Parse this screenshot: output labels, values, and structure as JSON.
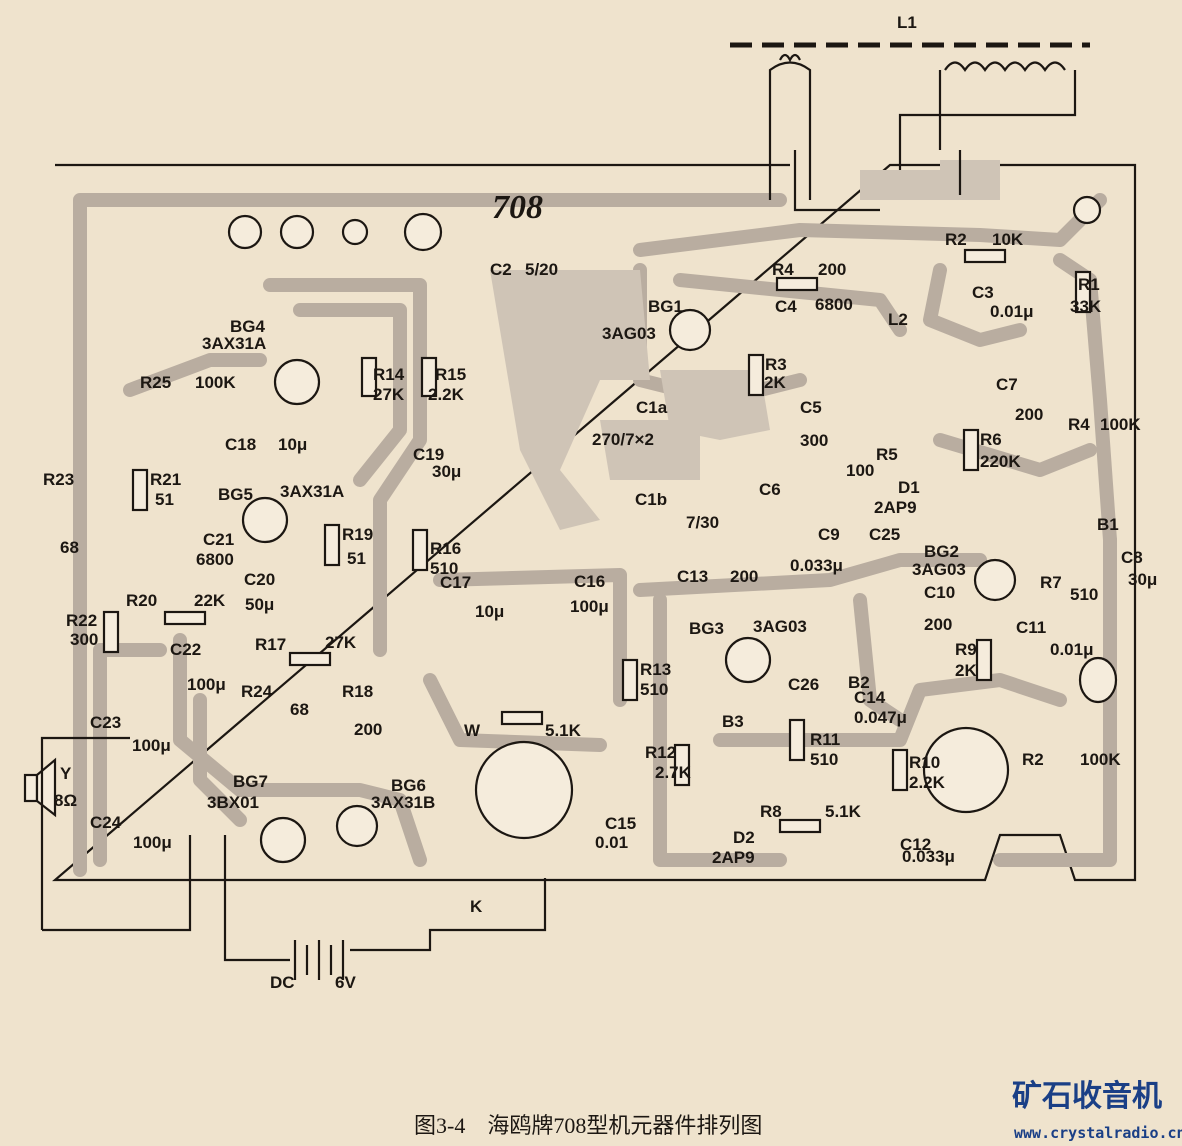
{
  "board": {
    "title": "708"
  },
  "antenna": {
    "label": "L1"
  },
  "caption": "图3-4　海鸥牌708型机元器件排列图",
  "watermark": {
    "brand": "矿石收音机",
    "url": "www.crystalradio.cn"
  },
  "components": [
    {
      "id": "L1",
      "text": "L1"
    },
    {
      "id": "R2",
      "text": "R2"
    },
    {
      "id": "R2v",
      "text": "10K"
    },
    {
      "id": "R1",
      "text": "R1"
    },
    {
      "id": "R1v",
      "text": "33K"
    },
    {
      "id": "C2",
      "text": "C2"
    },
    {
      "id": "C2v",
      "text": "5/20"
    },
    {
      "id": "R4",
      "text": "R4"
    },
    {
      "id": "R4v",
      "text": "200"
    },
    {
      "id": "BG1",
      "text": "BG1"
    },
    {
      "id": "BG1t",
      "text": "3AG03"
    },
    {
      "id": "C4",
      "text": "C4"
    },
    {
      "id": "C4v",
      "text": "6800"
    },
    {
      "id": "C3",
      "text": "C3"
    },
    {
      "id": "C3v",
      "text": "0.01μ"
    },
    {
      "id": "L2",
      "text": "L2"
    },
    {
      "id": "R3",
      "text": "R3"
    },
    {
      "id": "R3v",
      "text": "2K"
    },
    {
      "id": "C1a",
      "text": "C1a"
    },
    {
      "id": "C7",
      "text": "C7"
    },
    {
      "id": "C7v",
      "text": "200"
    },
    {
      "id": "C5",
      "text": "C5"
    },
    {
      "id": "C5v",
      "text": "300"
    },
    {
      "id": "R4p",
      "text": "R4"
    },
    {
      "id": "R4pv",
      "text": "100K"
    },
    {
      "id": "C1v",
      "text": "270/7×2"
    },
    {
      "id": "R5",
      "text": "R5"
    },
    {
      "id": "R5v",
      "text": "100"
    },
    {
      "id": "R6",
      "text": "R6"
    },
    {
      "id": "R6v",
      "text": "220K"
    },
    {
      "id": "D1",
      "text": "D1"
    },
    {
      "id": "D1t",
      "text": "2AP9"
    },
    {
      "id": "C6",
      "text": "C6"
    },
    {
      "id": "C1b",
      "text": "C1b"
    },
    {
      "id": "C1bv",
      "text": "7/30"
    },
    {
      "id": "B1",
      "text": "B1"
    },
    {
      "id": "BG4",
      "text": "BG4"
    },
    {
      "id": "BG4t",
      "text": "3AX31A"
    },
    {
      "id": "R14",
      "text": "R14"
    },
    {
      "id": "R14v",
      "text": "27K"
    },
    {
      "id": "R15",
      "text": "R15"
    },
    {
      "id": "R15v",
      "text": "2.2K"
    },
    {
      "id": "R25",
      "text": "R25"
    },
    {
      "id": "R25v",
      "text": "100K"
    },
    {
      "id": "C18",
      "text": "C18"
    },
    {
      "id": "C18v",
      "text": "10μ"
    },
    {
      "id": "C19",
      "text": "C19"
    },
    {
      "id": "C19v",
      "text": "30μ"
    },
    {
      "id": "R23",
      "text": "R23"
    },
    {
      "id": "R23v",
      "text": "68"
    },
    {
      "id": "R21",
      "text": "R21"
    },
    {
      "id": "R21v",
      "text": "51"
    },
    {
      "id": "BG5",
      "text": "BG5"
    },
    {
      "id": "BG5t",
      "text": "3AX31A"
    },
    {
      "id": "C21",
      "text": "C21"
    },
    {
      "id": "C21v",
      "text": "6800"
    },
    {
      "id": "R19",
      "text": "R19"
    },
    {
      "id": "R19v",
      "text": "51"
    },
    {
      "id": "R16",
      "text": "R16"
    },
    {
      "id": "R16v",
      "text": "510"
    },
    {
      "id": "C9",
      "text": "C9"
    },
    {
      "id": "C9v",
      "text": "0.033μ"
    },
    {
      "id": "C25",
      "text": "C25"
    },
    {
      "id": "BG2",
      "text": "BG2"
    },
    {
      "id": "BG2t",
      "text": "3AG03"
    },
    {
      "id": "C8",
      "text": "C8"
    },
    {
      "id": "C8v",
      "text": "30μ"
    },
    {
      "id": "C20",
      "text": "C20"
    },
    {
      "id": "C20v",
      "text": "50μ"
    },
    {
      "id": "C17",
      "text": "C17"
    },
    {
      "id": "C17v",
      "text": "10μ"
    },
    {
      "id": "C16",
      "text": "C16"
    },
    {
      "id": "C16v",
      "text": "100μ"
    },
    {
      "id": "C13",
      "text": "C13"
    },
    {
      "id": "C13v",
      "text": "200"
    },
    {
      "id": "C10",
      "text": "C10"
    },
    {
      "id": "C10v",
      "text": "200"
    },
    {
      "id": "R7",
      "text": "R7"
    },
    {
      "id": "R7v",
      "text": "510"
    },
    {
      "id": "R22",
      "text": "R22"
    },
    {
      "id": "R22v",
      "text": "300"
    },
    {
      "id": "R20",
      "text": "R20"
    },
    {
      "id": "R20v",
      "text": "22K"
    },
    {
      "id": "BG3",
      "text": "BG3"
    },
    {
      "id": "BG3t",
      "text": "3AG03"
    },
    {
      "id": "C11",
      "text": "C11"
    },
    {
      "id": "C11v",
      "text": "0.01μ"
    },
    {
      "id": "R17",
      "text": "R17"
    },
    {
      "id": "R17v",
      "text": "27K"
    },
    {
      "id": "R13",
      "text": "R13"
    },
    {
      "id": "R13v",
      "text": "510"
    },
    {
      "id": "R9",
      "text": "R9"
    },
    {
      "id": "R9v",
      "text": "2K"
    },
    {
      "id": "C22",
      "text": "C22"
    },
    {
      "id": "C22v",
      "text": "100μ"
    },
    {
      "id": "B2",
      "text": "B2"
    },
    {
      "id": "R24",
      "text": "R24"
    },
    {
      "id": "R24v",
      "text": "68"
    },
    {
      "id": "R18",
      "text": "R18"
    },
    {
      "id": "R18v",
      "text": "200"
    },
    {
      "id": "C26",
      "text": "C26"
    },
    {
      "id": "C14",
      "text": "C14"
    },
    {
      "id": "C14v",
      "text": "0.047μ"
    },
    {
      "id": "W",
      "text": "W"
    },
    {
      "id": "Wv",
      "text": "5.1K"
    },
    {
      "id": "B3",
      "text": "B3"
    },
    {
      "id": "R11",
      "text": "R11"
    },
    {
      "id": "R11v",
      "text": "510"
    },
    {
      "id": "C23",
      "text": "C23"
    },
    {
      "id": "C23v",
      "text": "100μ"
    },
    {
      "id": "Y",
      "text": "Y"
    },
    {
      "id": "Yv",
      "text": "8Ω"
    },
    {
      "id": "R12",
      "text": "R12"
    },
    {
      "id": "R12v",
      "text": "2.7K"
    },
    {
      "id": "R10",
      "text": "R10"
    },
    {
      "id": "R10v",
      "text": "2.2K"
    },
    {
      "id": "R2p",
      "text": "R2"
    },
    {
      "id": "R2pv",
      "text": "100K"
    },
    {
      "id": "BG7",
      "text": "BG7"
    },
    {
      "id": "BG7t",
      "text": "3BX01"
    },
    {
      "id": "BG6",
      "text": "BG6"
    },
    {
      "id": "BG6t",
      "text": "3AX31B"
    },
    {
      "id": "R8",
      "text": "R8"
    },
    {
      "id": "R8v",
      "text": "5.1K"
    },
    {
      "id": "C24",
      "text": "C24"
    },
    {
      "id": "C24v",
      "text": "100μ"
    },
    {
      "id": "C15",
      "text": "C15"
    },
    {
      "id": "C15v",
      "text": "0.01"
    },
    {
      "id": "D2",
      "text": "D2"
    },
    {
      "id": "D2t",
      "text": "2AP9"
    },
    {
      "id": "C12",
      "text": "C12"
    },
    {
      "id": "C12v",
      "text": "0.033μ"
    },
    {
      "id": "K",
      "text": "K"
    },
    {
      "id": "DC",
      "text": "DC"
    },
    {
      "id": "DCv",
      "text": "6V"
    }
  ]
}
